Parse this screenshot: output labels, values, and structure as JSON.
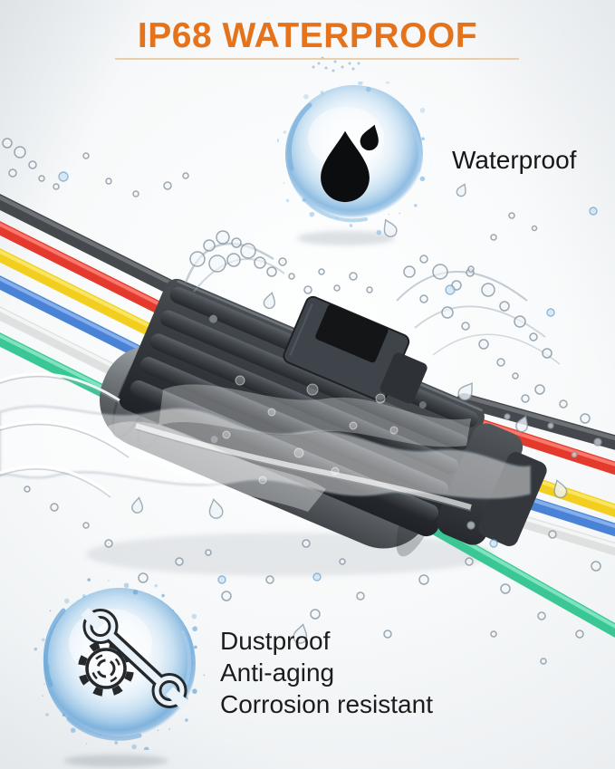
{
  "header": {
    "title": "IP68 WATERPROOF",
    "accent_color": "#E5731C"
  },
  "features": [
    {
      "id": "waterproof",
      "icon": "water-drop-icon",
      "label": "Waterproof"
    },
    {
      "id": "durability",
      "icon": "gear-wrench-icon",
      "lines": [
        "Dustproof",
        "Anti-aging",
        "Corrosion resistant"
      ]
    }
  ],
  "product": {
    "alt": "IP68 waterproof 6-wire cable connector splashed with water",
    "wires": [
      {
        "name": "black",
        "hex": "#45484C",
        "sheen": "#75797E"
      },
      {
        "name": "red",
        "hex": "#E43A2E",
        "sheen": "#FF8276"
      },
      {
        "name": "yellow",
        "hex": "#F2CF1E",
        "sheen": "#FBE96F"
      },
      {
        "name": "blue",
        "hex": "#4A82D6",
        "sheen": "#8FB8EF"
      },
      {
        "name": "white",
        "hex": "#DFE1E0",
        "sheen": "#F8F9F9"
      },
      {
        "name": "green",
        "hex": "#3BC795",
        "sheen": "#8AE8C6"
      }
    ],
    "connector_color": "#33373B",
    "water_tint": "#9CC5E6"
  }
}
